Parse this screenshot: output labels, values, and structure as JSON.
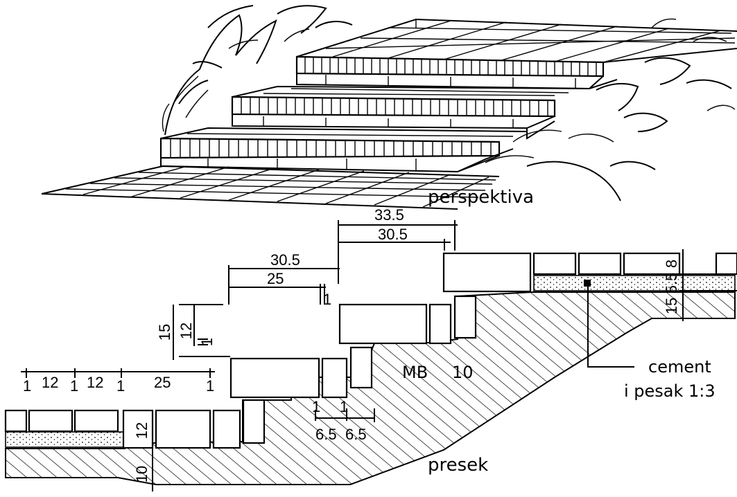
{
  "labels": {
    "perspective": "perspektiva",
    "section": "presek",
    "mortar_code": "MB",
    "mortar_thickness": "10",
    "mortar_line1": "cement",
    "mortar_line2": "i pesak 1:3"
  },
  "dimensions": {
    "top_overall": "33.5",
    "top_inner": "30.5",
    "mid_overall": "30.5",
    "mid_inner": "25",
    "mid_joint": "1",
    "riser_overall": "15",
    "riser_inner": "12",
    "riser_joint": "1",
    "bottom_row": [
      "1",
      "12",
      "1",
      "12",
      "1",
      "25",
      "1"
    ],
    "bottom_joints": [
      "1",
      "1"
    ],
    "bottom_half_bricks": [
      "6.5",
      "6.5"
    ],
    "paving_height": "12",
    "base_height": "10",
    "right_paving": "8",
    "right_sand": "5.5",
    "right_base": "15"
  }
}
